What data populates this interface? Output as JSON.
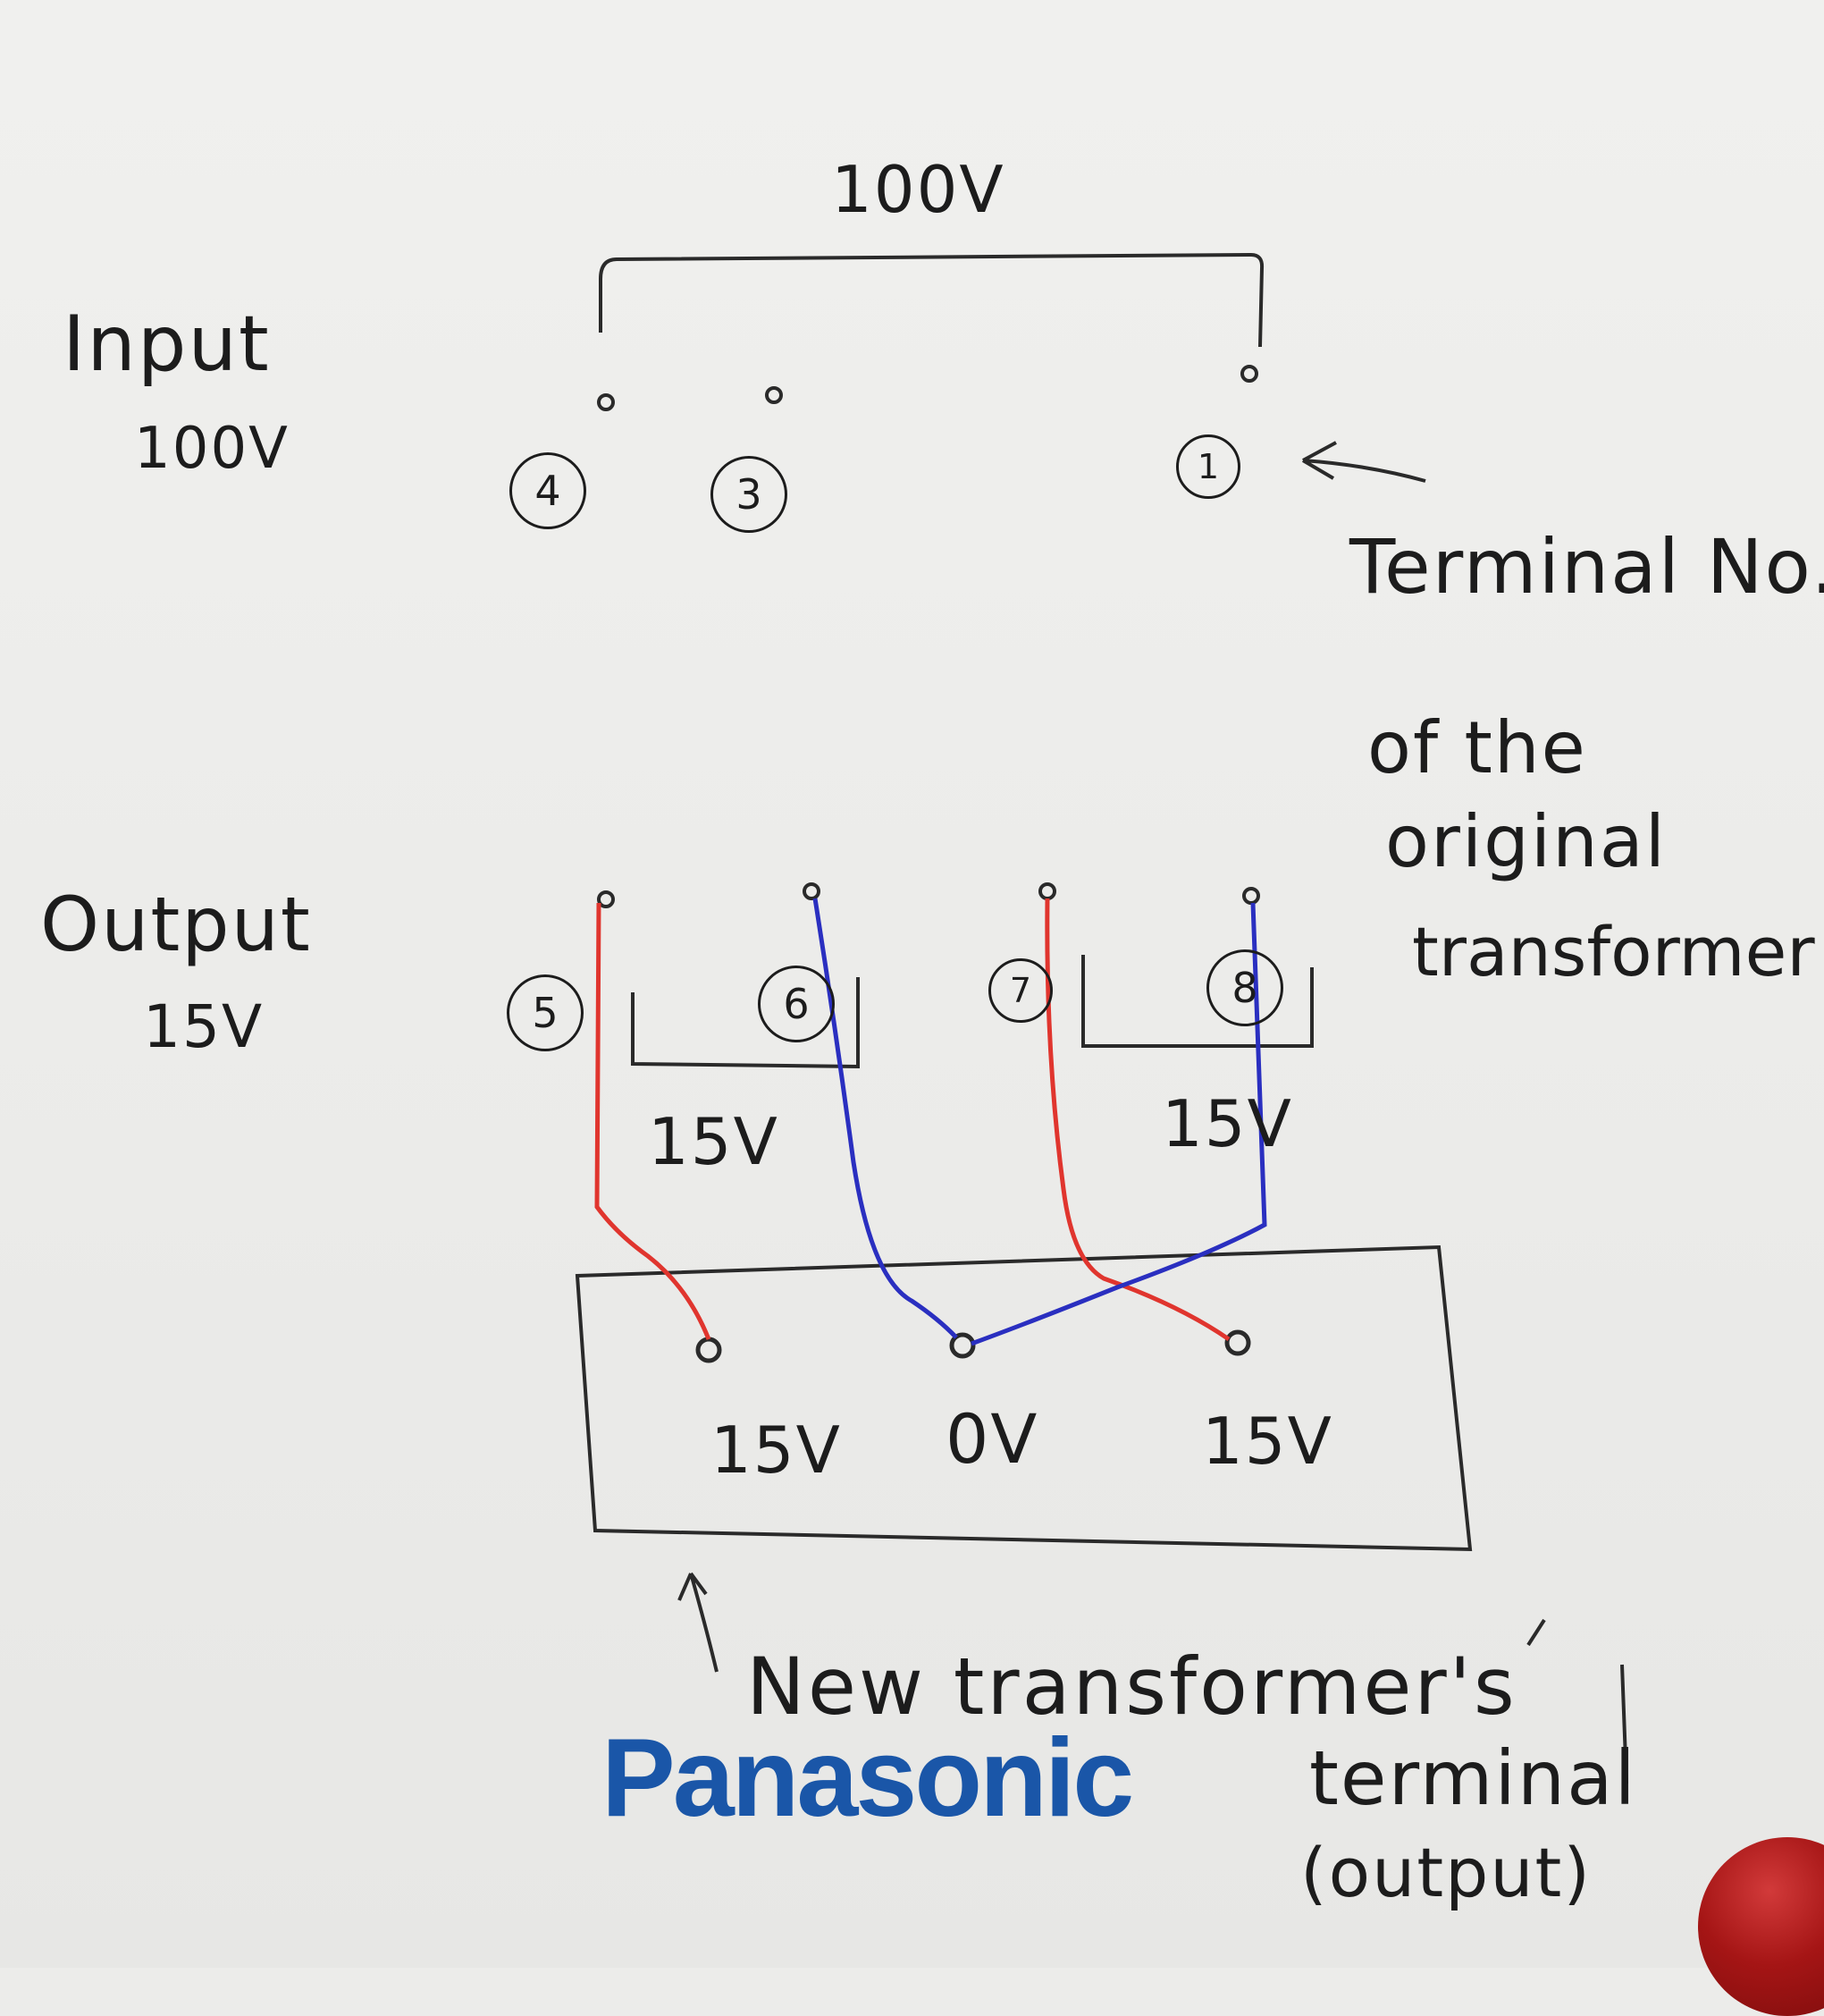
{
  "labels": {
    "input_title": "Input",
    "input_voltage": "100V",
    "span_voltage": "100V",
    "output_title": "Output",
    "output_voltage": "15V",
    "sub_left": "15V",
    "sub_right": "15V",
    "new_left": "15V",
    "new_center": "0V",
    "new_right": "15V"
  },
  "terminals": {
    "t4": "4",
    "t3": "3",
    "t1": "1",
    "t5": "5",
    "t6": "6",
    "t7": "7",
    "t8": "8"
  },
  "notes": {
    "original_1": "Terminal No.",
    "original_2": "of the",
    "original_3": "original",
    "original_4": "transformer",
    "new_1": "New transformer's",
    "new_2": "terminal",
    "new_3": "(output)"
  },
  "logo": "Panasonic",
  "colors": {
    "ink": "#1c1c1c",
    "red_wire": "#e0352e",
    "blue_wire": "#2a2fc0",
    "brand": "#1a56a8"
  }
}
